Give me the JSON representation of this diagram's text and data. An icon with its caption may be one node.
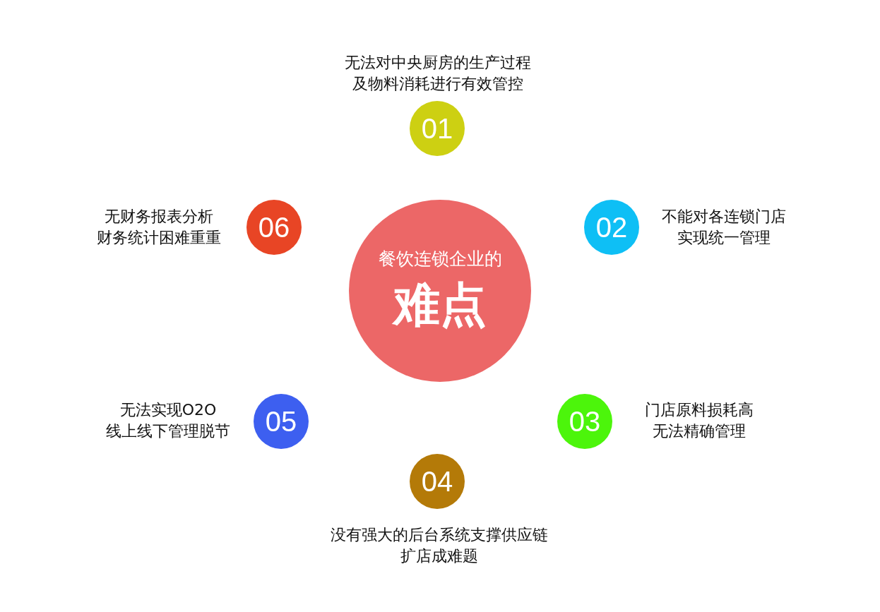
{
  "diagram": {
    "nodes": [
      {
        "text": [
          "餐饮连锁企业的",
          "难点"
        ]
      },
      {
        "text": [
          "01"
        ],
        "beside": [
          "无法对中央厨房的生产过程",
          "及物料消耗进行有效管控"
        ]
      },
      {
        "text": [
          "02"
        ],
        "beside": [
          "不能对各连锁门店",
          "实现统一管理"
        ]
      },
      {
        "text": [
          "03"
        ],
        "beside": [
          "门店原料损耗高",
          "无法精确管理"
        ]
      },
      {
        "text": [
          "04"
        ],
        "beside": [
          "没有强大的后台系统支撑供应链",
          "扩店成难题"
        ]
      },
      {
        "text": [
          "05"
        ],
        "beside": [
          "无法实现O2O",
          "线上线下管理脱节"
        ]
      },
      {
        "text": [
          "06"
        ],
        "beside": [
          "无财务报表分析",
          "财务统计困难重重"
        ]
      }
    ],
    "edges": []
  }
}
